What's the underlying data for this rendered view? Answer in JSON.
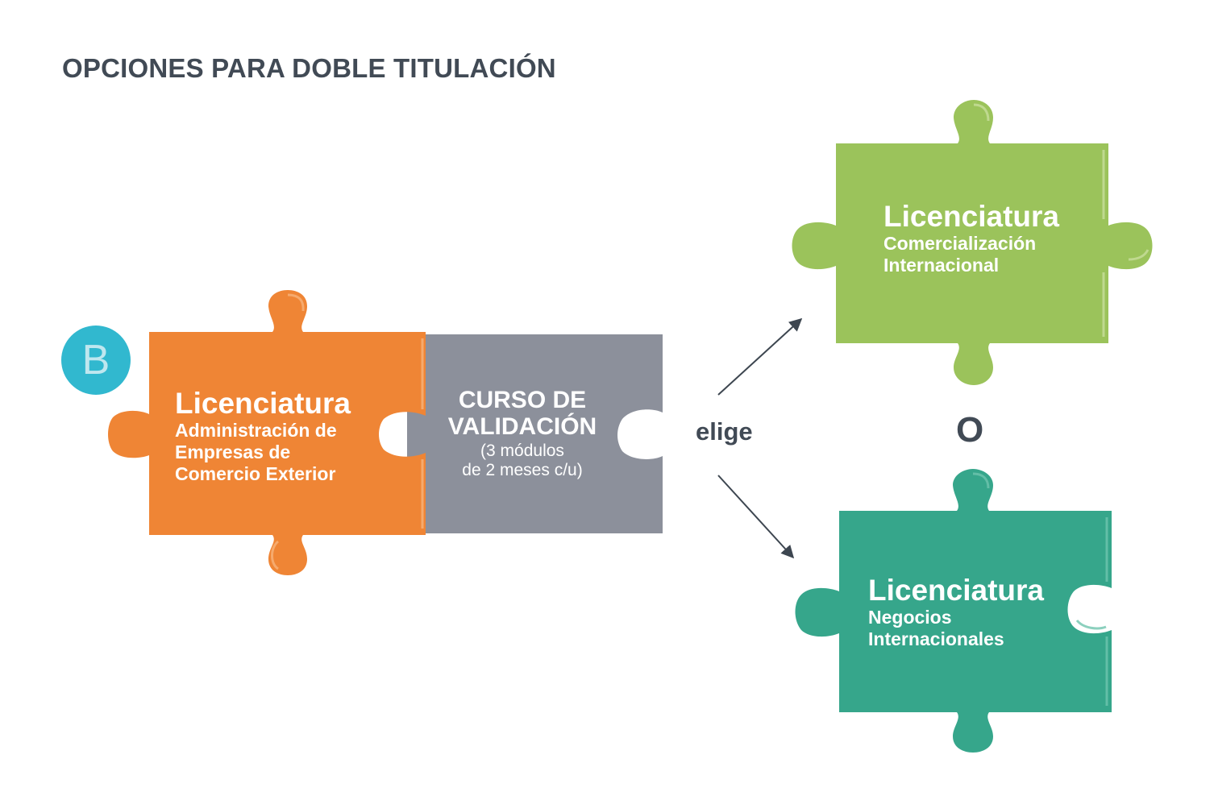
{
  "title": "OPCIONES PARA DOBLE TITULACIÓN",
  "badge": "B",
  "left_piece": {
    "heading": "Licenciatura",
    "lines": [
      "Administración de",
      "Empresas de",
      "Comercio Exterior"
    ],
    "color": "#ef8535"
  },
  "middle_piece": {
    "lines": [
      "CURSO DE",
      "VALIDACIÓN"
    ],
    "note": [
      "(3 módulos",
      "de 2 meses c/u)"
    ],
    "color": "#8c909b"
  },
  "connector": "elige",
  "separator": "O",
  "option_top": {
    "heading": "Licenciatura",
    "lines": [
      "Comercialización",
      "Internacional"
    ],
    "color": "#9bc35b"
  },
  "option_bottom": {
    "heading": "Licenciatura",
    "lines": [
      "Negocios",
      "Internacionales"
    ],
    "color": "#36a68b"
  },
  "colors": {
    "text_dark": "#414a55",
    "arrow": "#3d4650",
    "badge": "#31b8cf"
  }
}
